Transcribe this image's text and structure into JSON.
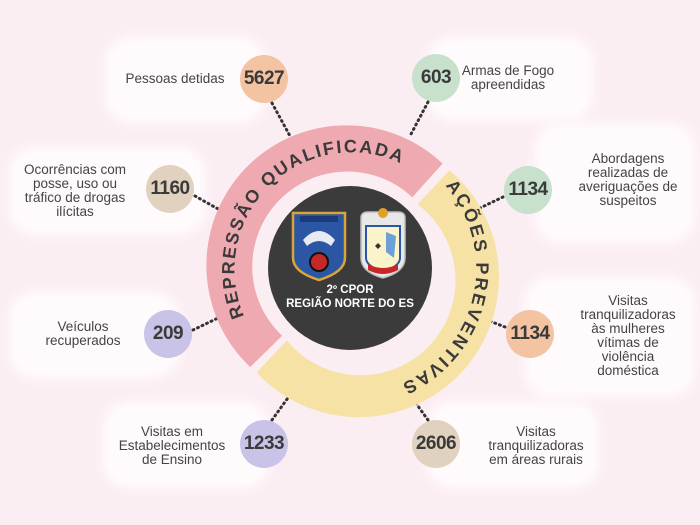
{
  "colors": {
    "background": "#fbeef3",
    "pink_arc": "#eeaab0",
    "yellow_arc": "#f7e2a6",
    "center": "#3b3b3b",
    "peach": "#f3c3a2",
    "green": "#c7e1cd",
    "tan": "#e1d1bf",
    "lavender": "#c9c3e8"
  },
  "ring": {
    "left_label": "REPRESSÃO QUALIFICADA",
    "right_label": "AÇÕES PREVENTIVAS"
  },
  "center": {
    "line1": "2º CPOR",
    "line2": "REGIÃO NORTE DO ES",
    "logo_left": "POLÍCIA MILITAR",
    "logo_right_icon": "cpor-shield-icon"
  },
  "stats": [
    {
      "value": "5627",
      "label": "Pessoas detidas",
      "color": "peach"
    },
    {
      "value": "603",
      "label": "Armas de Fogo\napreendidas",
      "color": "green"
    },
    {
      "value": "1160",
      "label": "Ocorrências com\nposse, uso ou\ntráfico de drogas\nilícitas",
      "color": "tan"
    },
    {
      "value": "1134",
      "label": "Abordagens\nrealizadas de\naveriguações de\nsuspeitos",
      "color": "green"
    },
    {
      "value": "209",
      "label": "Veículos\nrecuperados",
      "color": "lavender"
    },
    {
      "value": "1134",
      "label": "Visitas\ntranquilizadoras\nàs mulheres\nvítimas de\nviolência\ndoméstica",
      "color": "peach"
    },
    {
      "value": "1233",
      "label": "Visitas em\nEstabelecimentos\nde Ensino",
      "color": "lavender"
    },
    {
      "value": "2606",
      "label": "Visitas\ntranquilizadoras\nem áreas rurais",
      "color": "tan"
    }
  ]
}
